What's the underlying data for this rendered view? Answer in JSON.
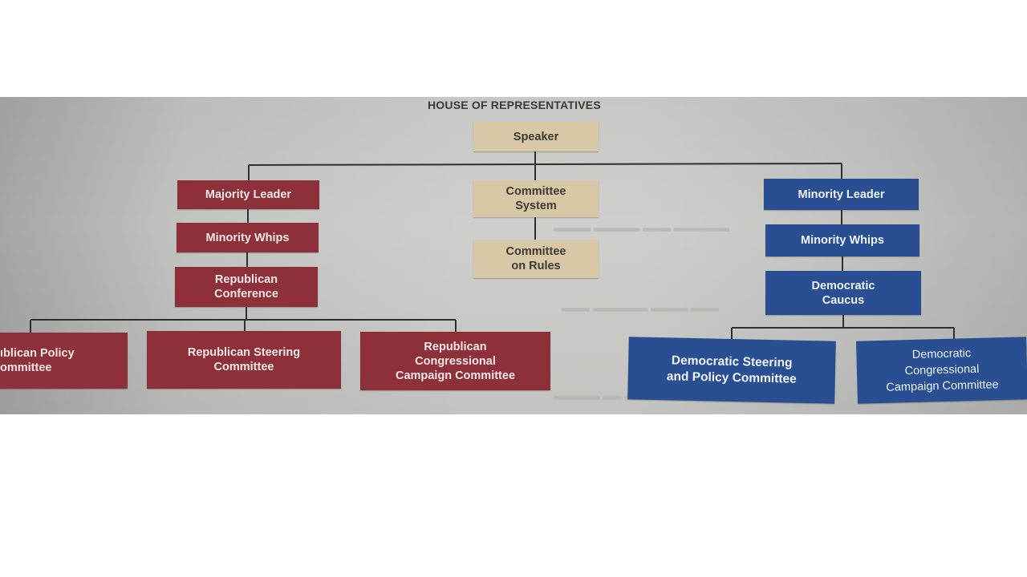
{
  "diagram": {
    "title": "HOUSE OF REPRESENTATIVES",
    "center": {
      "speaker": "Speaker",
      "committee_system": "Committee\nSystem",
      "committee_on_rules": "Committee\non Rules"
    },
    "republican": {
      "majority_leader": "Majority Leader",
      "minority_whips": "Minority Whips",
      "conference": "Republican\nConference",
      "policy_committee": "ıblican Policy\nommittee",
      "steering_committee": "Republican Steering\nCommittee",
      "campaign_committee": "Republican\nCongressional\nCampaign Committee"
    },
    "democratic": {
      "minority_leader": "Minority Leader",
      "minority_whips": "Minority Whips",
      "caucus": "Democratic\nCaucus",
      "steering_policy_committee": "Democratic Steering\nand Policy Committee",
      "campaign_committee": "Democratic\nCongressional\nCampaign Committee"
    },
    "colors": {
      "republican": "#8e303a",
      "democratic": "#294f92",
      "neutral": "#d8c8a6"
    }
  }
}
